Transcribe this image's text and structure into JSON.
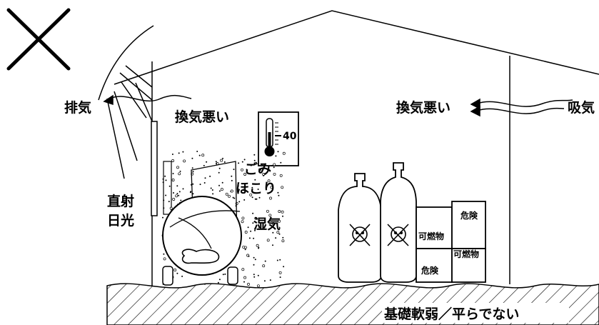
{
  "marks": {
    "cross_icon": "cross-mark-icon",
    "colors": {
      "line": "#000000",
      "background": "#ffffff"
    }
  },
  "labels": {
    "exhaust": "排気",
    "bad_ventilation_left": "換気悪い",
    "bad_ventilation_right": "換気悪い",
    "intake": "吸気",
    "direct_sunlight_1": "直射",
    "direct_sunlight_2": "日光",
    "dust_1": "ごみ",
    "dust_2": "ほこり",
    "humidity": "湿気",
    "thermometer_reading": "40",
    "danger_top": "危険",
    "flammable_top": "可燃物",
    "flammable_bottom": "可燃物",
    "danger_bottom": "危険",
    "ground": "基礎軟弱／平らでない"
  },
  "icons": {
    "gas_cylinder": "skull-crossbones-cylinder-icon",
    "thermometer": "thermometer-icon",
    "sun_rays": "sunlight-rays-icon"
  }
}
